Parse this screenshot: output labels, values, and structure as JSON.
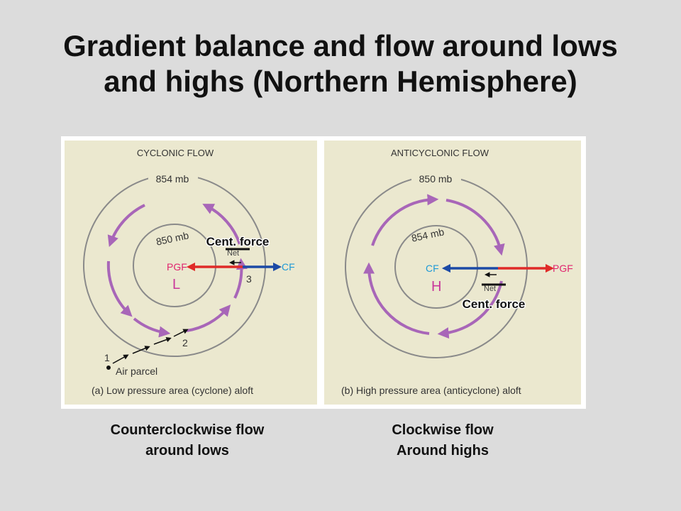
{
  "title": {
    "line1": "Gradient balance and flow around lows",
    "line2": "and highs (Northern Hemisphere)"
  },
  "panels": {
    "cyclonic": {
      "heading": "CYCLONIC FLOW",
      "outer_isobar": "854 mb",
      "inner_isobar": "850 mb",
      "center": "L",
      "pgf": "PGF",
      "cf": "CF",
      "net": "Net",
      "cent_force": "Cent. force",
      "point1": "1",
      "point2": "2",
      "point3": "3",
      "air_parcel": "Air parcel",
      "caption": "(a) Low pressure area (cyclone) aloft"
    },
    "anticyclonic": {
      "heading": "ANTICYCLONIC FLOW",
      "outer_isobar": "850 mb",
      "inner_isobar": "854 mb",
      "center": "H",
      "pgf": "PGF",
      "cf": "CF",
      "net": "Net",
      "cent_force": "Cent. force",
      "caption": "(b) High pressure area (anticyclone) aloft"
    }
  },
  "captions": {
    "left_line1": "Counterclockwise flow",
    "left_line2": "around lows",
    "right_line1": "Clockwise flow",
    "right_line2": "Around highs"
  },
  "colors": {
    "panel_bg": "#ebe8cf",
    "isobar": "#8a8a8a",
    "flow": "#a866b8",
    "pgf": "#e02b28",
    "cf": "#1c4aa6",
    "pgf_label": "#e0246e",
    "cf_label": "#1e9ad6"
  }
}
